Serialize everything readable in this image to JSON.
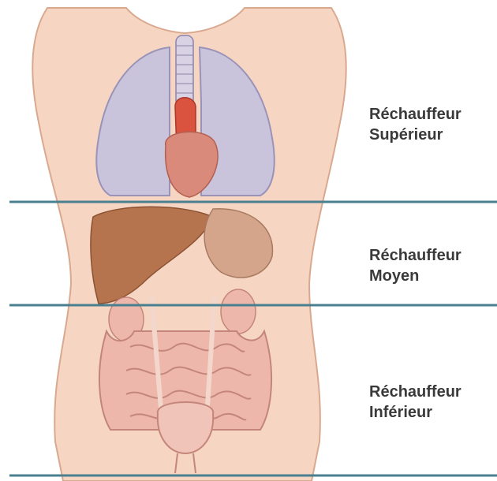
{
  "zones": [
    {
      "line1": "Réchauffeur",
      "line2": "Supérieur"
    },
    {
      "line1": "Réchauffeur",
      "line2": "Moyen"
    },
    {
      "line1": "Réchauffeur",
      "line2": "Inférieur"
    }
  ],
  "colors": {
    "divider": "#4a7f8f",
    "skin": "#f6d5c3",
    "skin_outline": "#d9a98f",
    "lungs": "#c9c3dc",
    "heart": "#d98a7a",
    "aorta": "#d9533f",
    "liver": "#b5734e",
    "stomach": "#d4a58a",
    "intestine": "#edb7ab",
    "bladder": "#f0c4b9"
  }
}
